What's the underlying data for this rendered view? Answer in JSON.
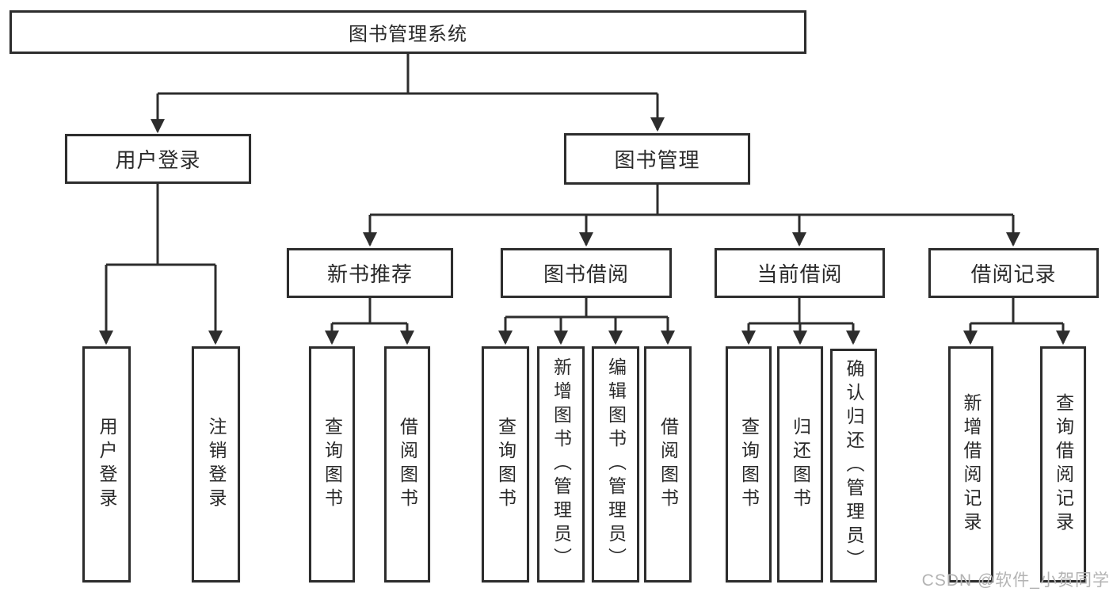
{
  "colors": {
    "line": "#2d2d2d",
    "ink": "#2a2a2a",
    "box-bg": "#ffffff",
    "page-bg": "#ffffff",
    "watermark": "#b3b3b3"
  },
  "watermark": {
    "text": "CSDN @软件_小贺同学"
  },
  "diagram": {
    "type": "tree",
    "tree": {
      "label": "图书管理系统",
      "children": [
        {
          "label": "用户登录",
          "children": [
            {
              "label": "用户登录"
            },
            {
              "label": "注销登录"
            }
          ]
        },
        {
          "label": "图书管理",
          "children": [
            {
              "label": "新书推荐",
              "children": [
                {
                  "label": "查询图书"
                },
                {
                  "label": "借阅图书"
                }
              ]
            },
            {
              "label": "图书借阅",
              "children": [
                {
                  "label": "查询图书"
                },
                {
                  "label": "新增图书（管理员）"
                },
                {
                  "label": "编辑图书（管理员）"
                },
                {
                  "label": "借阅图书"
                }
              ]
            },
            {
              "label": "当前借阅",
              "children": [
                {
                  "label": "查询图书"
                },
                {
                  "label": "归还图书"
                },
                {
                  "label": "确认归还（管理员）"
                }
              ]
            },
            {
              "label": "借阅记录",
              "children": [
                {
                  "label": "新增借阅记录"
                },
                {
                  "label": "查询借阅记录"
                }
              ]
            }
          ]
        }
      ]
    }
  }
}
